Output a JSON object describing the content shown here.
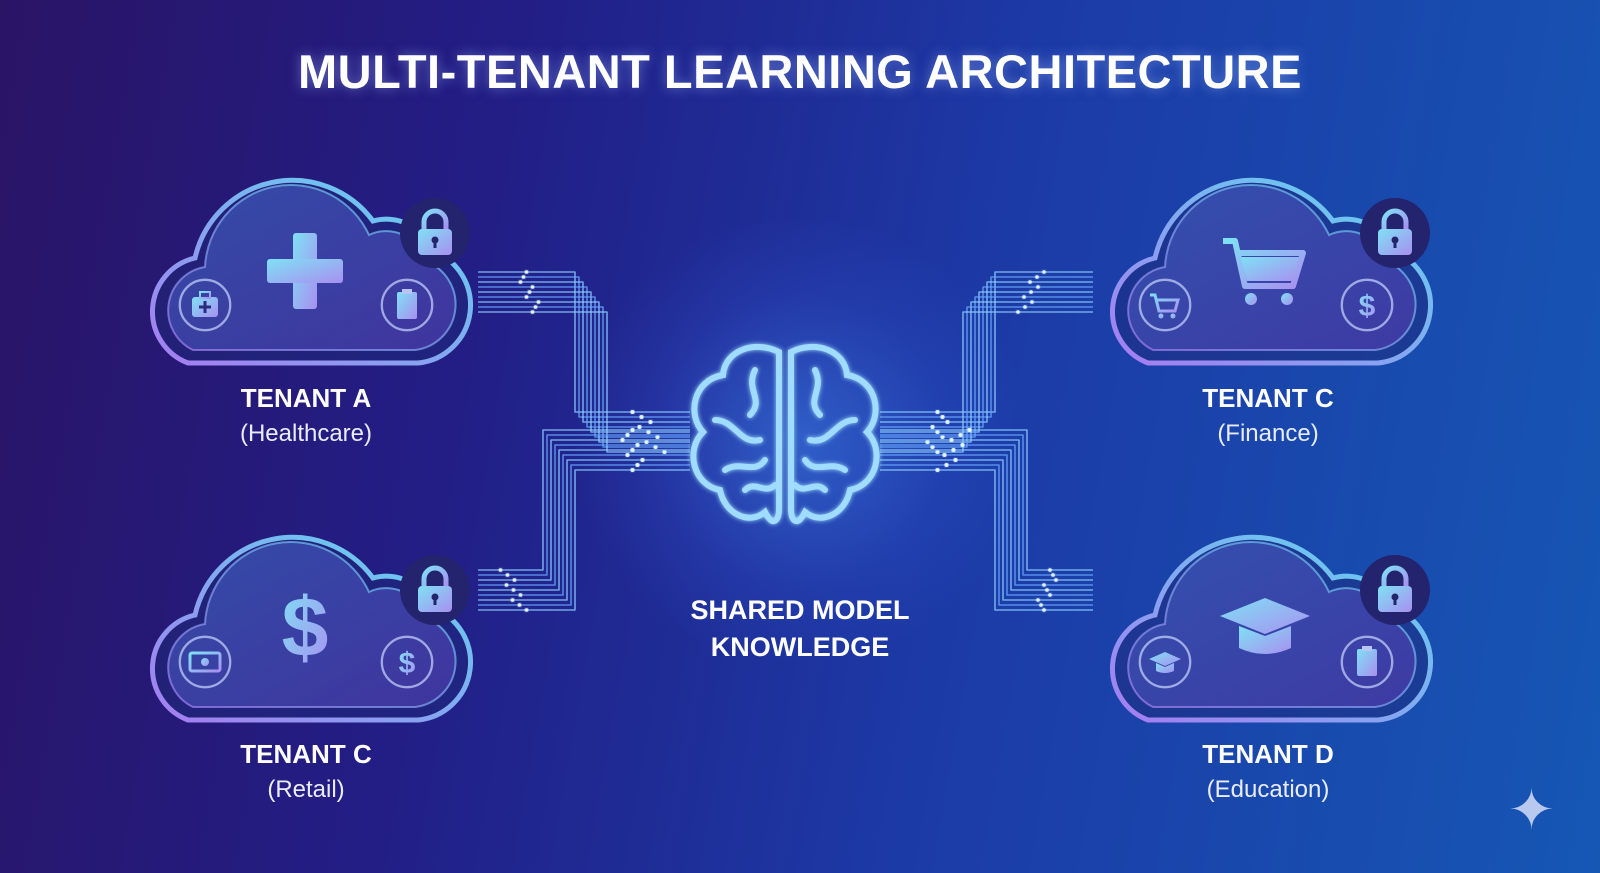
{
  "title": "MULTI-TENANT LEARNING ARCHITECTURE",
  "center": {
    "line1": "SHARED MODEL",
    "line2": "KNOWLEDGE",
    "icon": "brain-icon"
  },
  "tenants": [
    {
      "name": "TENANT A",
      "sector": "(Healthcare)",
      "main_icon": "medical-cross-icon",
      "left_icon": "first-aid-kit-icon",
      "right_icon": "clipboard-icon",
      "lock": "lock-icon"
    },
    {
      "name": "TENANT C",
      "sector": "(Retail)",
      "main_icon": "dollar-icon",
      "left_icon": "cash-icon",
      "right_icon": "dollar-coin-icon",
      "lock": "lock-icon"
    },
    {
      "name": "TENANT C",
      "sector": "(Finance)",
      "main_icon": "shopping-cart-icon",
      "left_icon": "shopping-cart-icon",
      "right_icon": "dollar-coin-icon",
      "lock": "lock-icon"
    },
    {
      "name": "TENANT D",
      "sector": "(Education)",
      "main_icon": "graduation-cap-icon",
      "left_icon": "graduation-cap-icon",
      "right_icon": "clipboard-icon",
      "lock": "lock-icon"
    }
  ],
  "colors": {
    "cyan": "#5fd8f0",
    "violet": "#9a7cf0",
    "white": "#ffffff"
  }
}
